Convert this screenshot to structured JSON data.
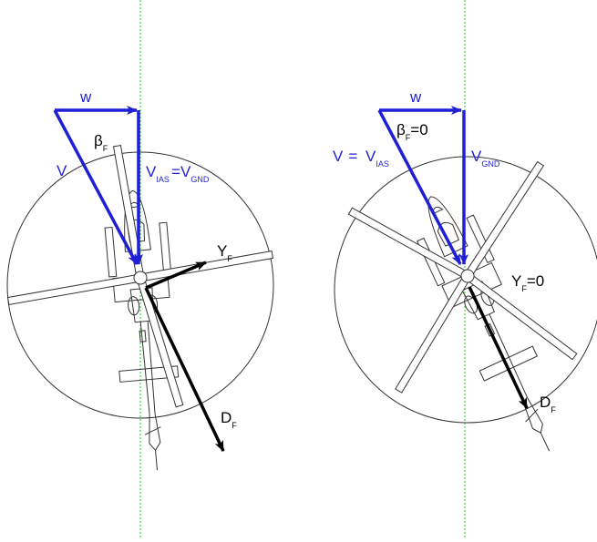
{
  "colors": {
    "velocity": "#1f1fd6",
    "force": "#000000",
    "centerline": "#22cc22",
    "outline": "#333333"
  },
  "left_panel": {
    "w": {
      "main": "w"
    },
    "beta": {
      "main": "β",
      "sub": "F"
    },
    "v": {
      "main": "V"
    },
    "vias": {
      "main": "V",
      "sub": "IAS"
    },
    "equals": "=",
    "vgnd": {
      "main": "V",
      "sub": "GND"
    },
    "yf": {
      "main": "Y",
      "sub": "F"
    },
    "df": {
      "main": "D",
      "sub": "F"
    }
  },
  "right_panel": {
    "w": {
      "main": "w"
    },
    "beta": {
      "main": "β",
      "sub": "F",
      "suffix": "=0"
    },
    "v": {
      "main": "V",
      "equals": "="
    },
    "vias": {
      "main": "V",
      "sub": "IAS"
    },
    "vgnd": {
      "main": "V",
      "sub": "GND"
    },
    "yf": {
      "main": "Y",
      "sub": "F",
      "suffix": "=0"
    },
    "df": {
      "main": "D",
      "sub": "F"
    }
  }
}
